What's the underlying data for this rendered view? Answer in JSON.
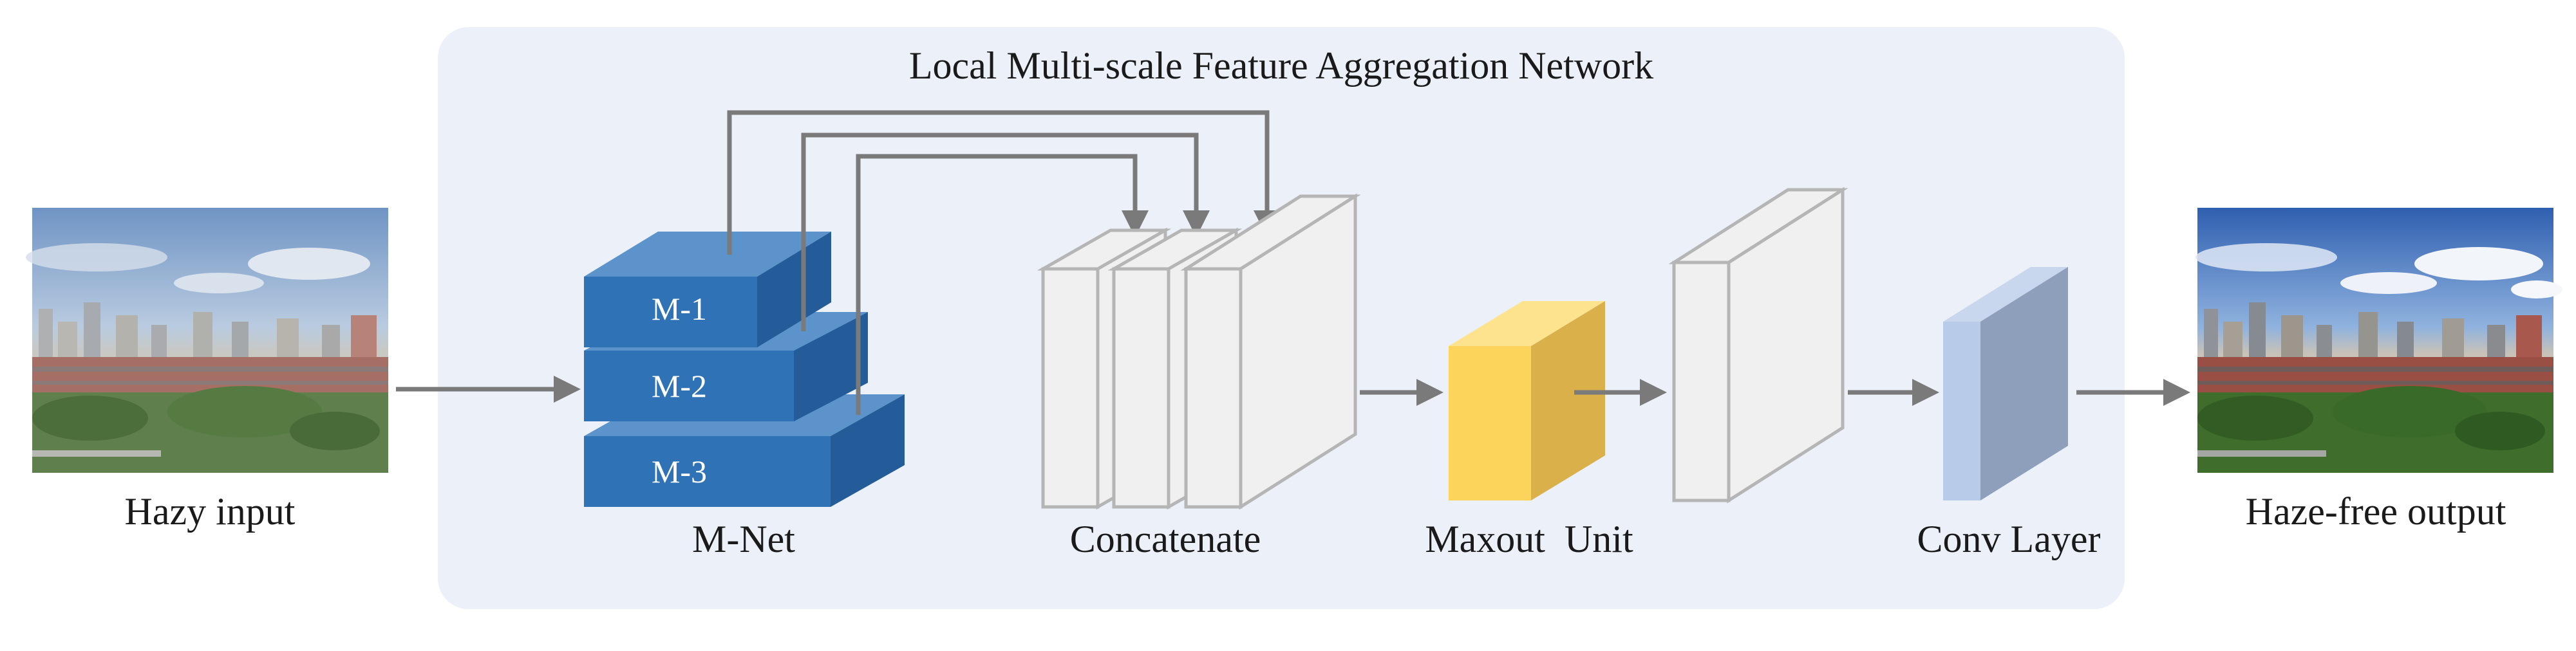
{
  "network_title": "Local Multi-scale Feature Aggregation Network",
  "input_label": "Hazy input",
  "output_label": "Haze-free output",
  "mnet": {
    "label": "M-Net",
    "blocks": [
      "M-1",
      "M-2",
      "M-3"
    ]
  },
  "concat_label": "Concatenate",
  "maxout_label": "Maxout  Unit",
  "conv_label": "Conv Layer",
  "colors": {
    "panel_bg": "#ecf0f8",
    "mnet_front": "#2f73b6",
    "mnet_top": "#5b93ca",
    "mnet_side": "#235c99",
    "feature_map": "#f0f0f0",
    "feature_edge": "#b5b5b5",
    "maxout_front": "#fcd45c",
    "maxout_top": "#fde38e",
    "maxout_side": "#d9b04a",
    "conv_front": "#b8cbe8",
    "conv_side": "#8d9fbb",
    "arrow": "#7a7a7a"
  }
}
